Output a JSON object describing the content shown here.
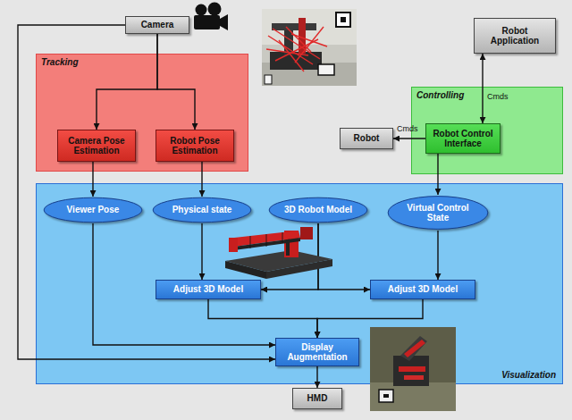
{
  "diagram": {
    "nodes": [
      {
        "text": [
          "Camera"
        ]
      },
      {
        "text": [
          "Tracking"
        ]
      },
      {
        "text": [
          "Camera Pose Estimation"
        ],
        "in": 1
      },
      {
        "text": [
          "Robot Pose Estimation"
        ],
        "in": 1
      },
      {
        "text": [
          "Robot Application"
        ]
      },
      {
        "text": [
          "Controlling"
        ]
      },
      {
        "text": [
          "Robot Control Interface"
        ],
        "in": 5
      },
      {
        "text": [
          "Robot"
        ]
      },
      {
        "text": [
          "Visualization"
        ]
      },
      {
        "text": [
          "Viewer Pose"
        ],
        "in": 8
      },
      {
        "text": [
          "Physical state"
        ],
        "in": 8
      },
      {
        "text": [
          "3D Robot Model"
        ],
        "in": 8
      },
      {
        "text": [
          "Virtual Control State"
        ],
        "in": 8
      },
      {
        "text": [
          "Adjust 3D Model"
        ],
        "in": 8
      },
      {
        "text": [
          "Adjust 3D Model"
        ],
        "in": 8
      },
      {
        "text": [
          "Display Augmentation"
        ],
        "in": 8
      },
      {
        "text": [
          "HMD"
        ]
      }
    ],
    "edges": [
      {
        "from": 0,
        "to": 2,
        "arrow": "to"
      },
      {
        "from": 0,
        "to": 3,
        "arrow": "to"
      },
      {
        "from": 0,
        "to": 15,
        "arrow": "to"
      },
      {
        "from": 2,
        "to": 9,
        "arrow": "to"
      },
      {
        "from": 3,
        "to": 10,
        "arrow": "to"
      },
      {
        "from": 9,
        "to": 15,
        "arrow": "to"
      },
      {
        "from": 10,
        "to": 13,
        "arrow": "to"
      },
      {
        "from": 11,
        "to": 13,
        "arrow": "to"
      },
      {
        "from": 11,
        "to": 14,
        "arrow": "to"
      },
      {
        "from": 12,
        "to": 14,
        "arrow": "to"
      },
      {
        "from": 6,
        "to": 12,
        "arrow": "to"
      },
      {
        "from": 13,
        "to": 15,
        "arrow": "to"
      },
      {
        "from": 14,
        "to": 15,
        "arrow": "to"
      },
      {
        "from": 15,
        "to": 16,
        "arrow": "to"
      },
      {
        "from": 6,
        "to": 7,
        "label": "Cmds",
        "arrow": "to"
      },
      {
        "from": 4,
        "to": 6,
        "label": "Cmds",
        "arrow": "both"
      }
    ]
  }
}
